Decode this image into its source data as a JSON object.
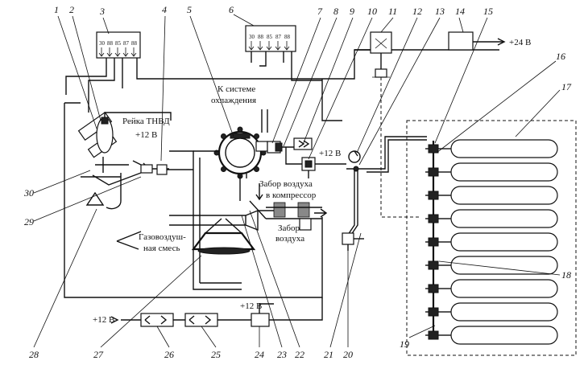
{
  "labels": {
    "rail": "Рейка ТНВД",
    "plus12_top": "+12 В",
    "plus12_mid": "+12 В",
    "plus24": "+24 В",
    "cooling": "К системе охлаждения",
    "air_compressor": "Забор воздуха в компрессор",
    "air_intake": "Забор воздуха",
    "gas_air_mix": "Газовоздушная смесь",
    "plus12_bottom_left": "+12 В",
    "plus12_bottom_mid": "+12 В"
  },
  "relay_pins": [
    "30",
    "88",
    "85",
    "87",
    "88"
  ],
  "numbers": [
    "1",
    "2",
    "3",
    "4",
    "5",
    "6",
    "7",
    "8",
    "9",
    "10",
    "11",
    "12",
    "13",
    "14",
    "15",
    "16",
    "17",
    "18",
    "19",
    "20",
    "21",
    "22",
    "23",
    "24",
    "25",
    "26",
    "27",
    "28",
    "29",
    "30"
  ],
  "cylinder_count": 9
}
